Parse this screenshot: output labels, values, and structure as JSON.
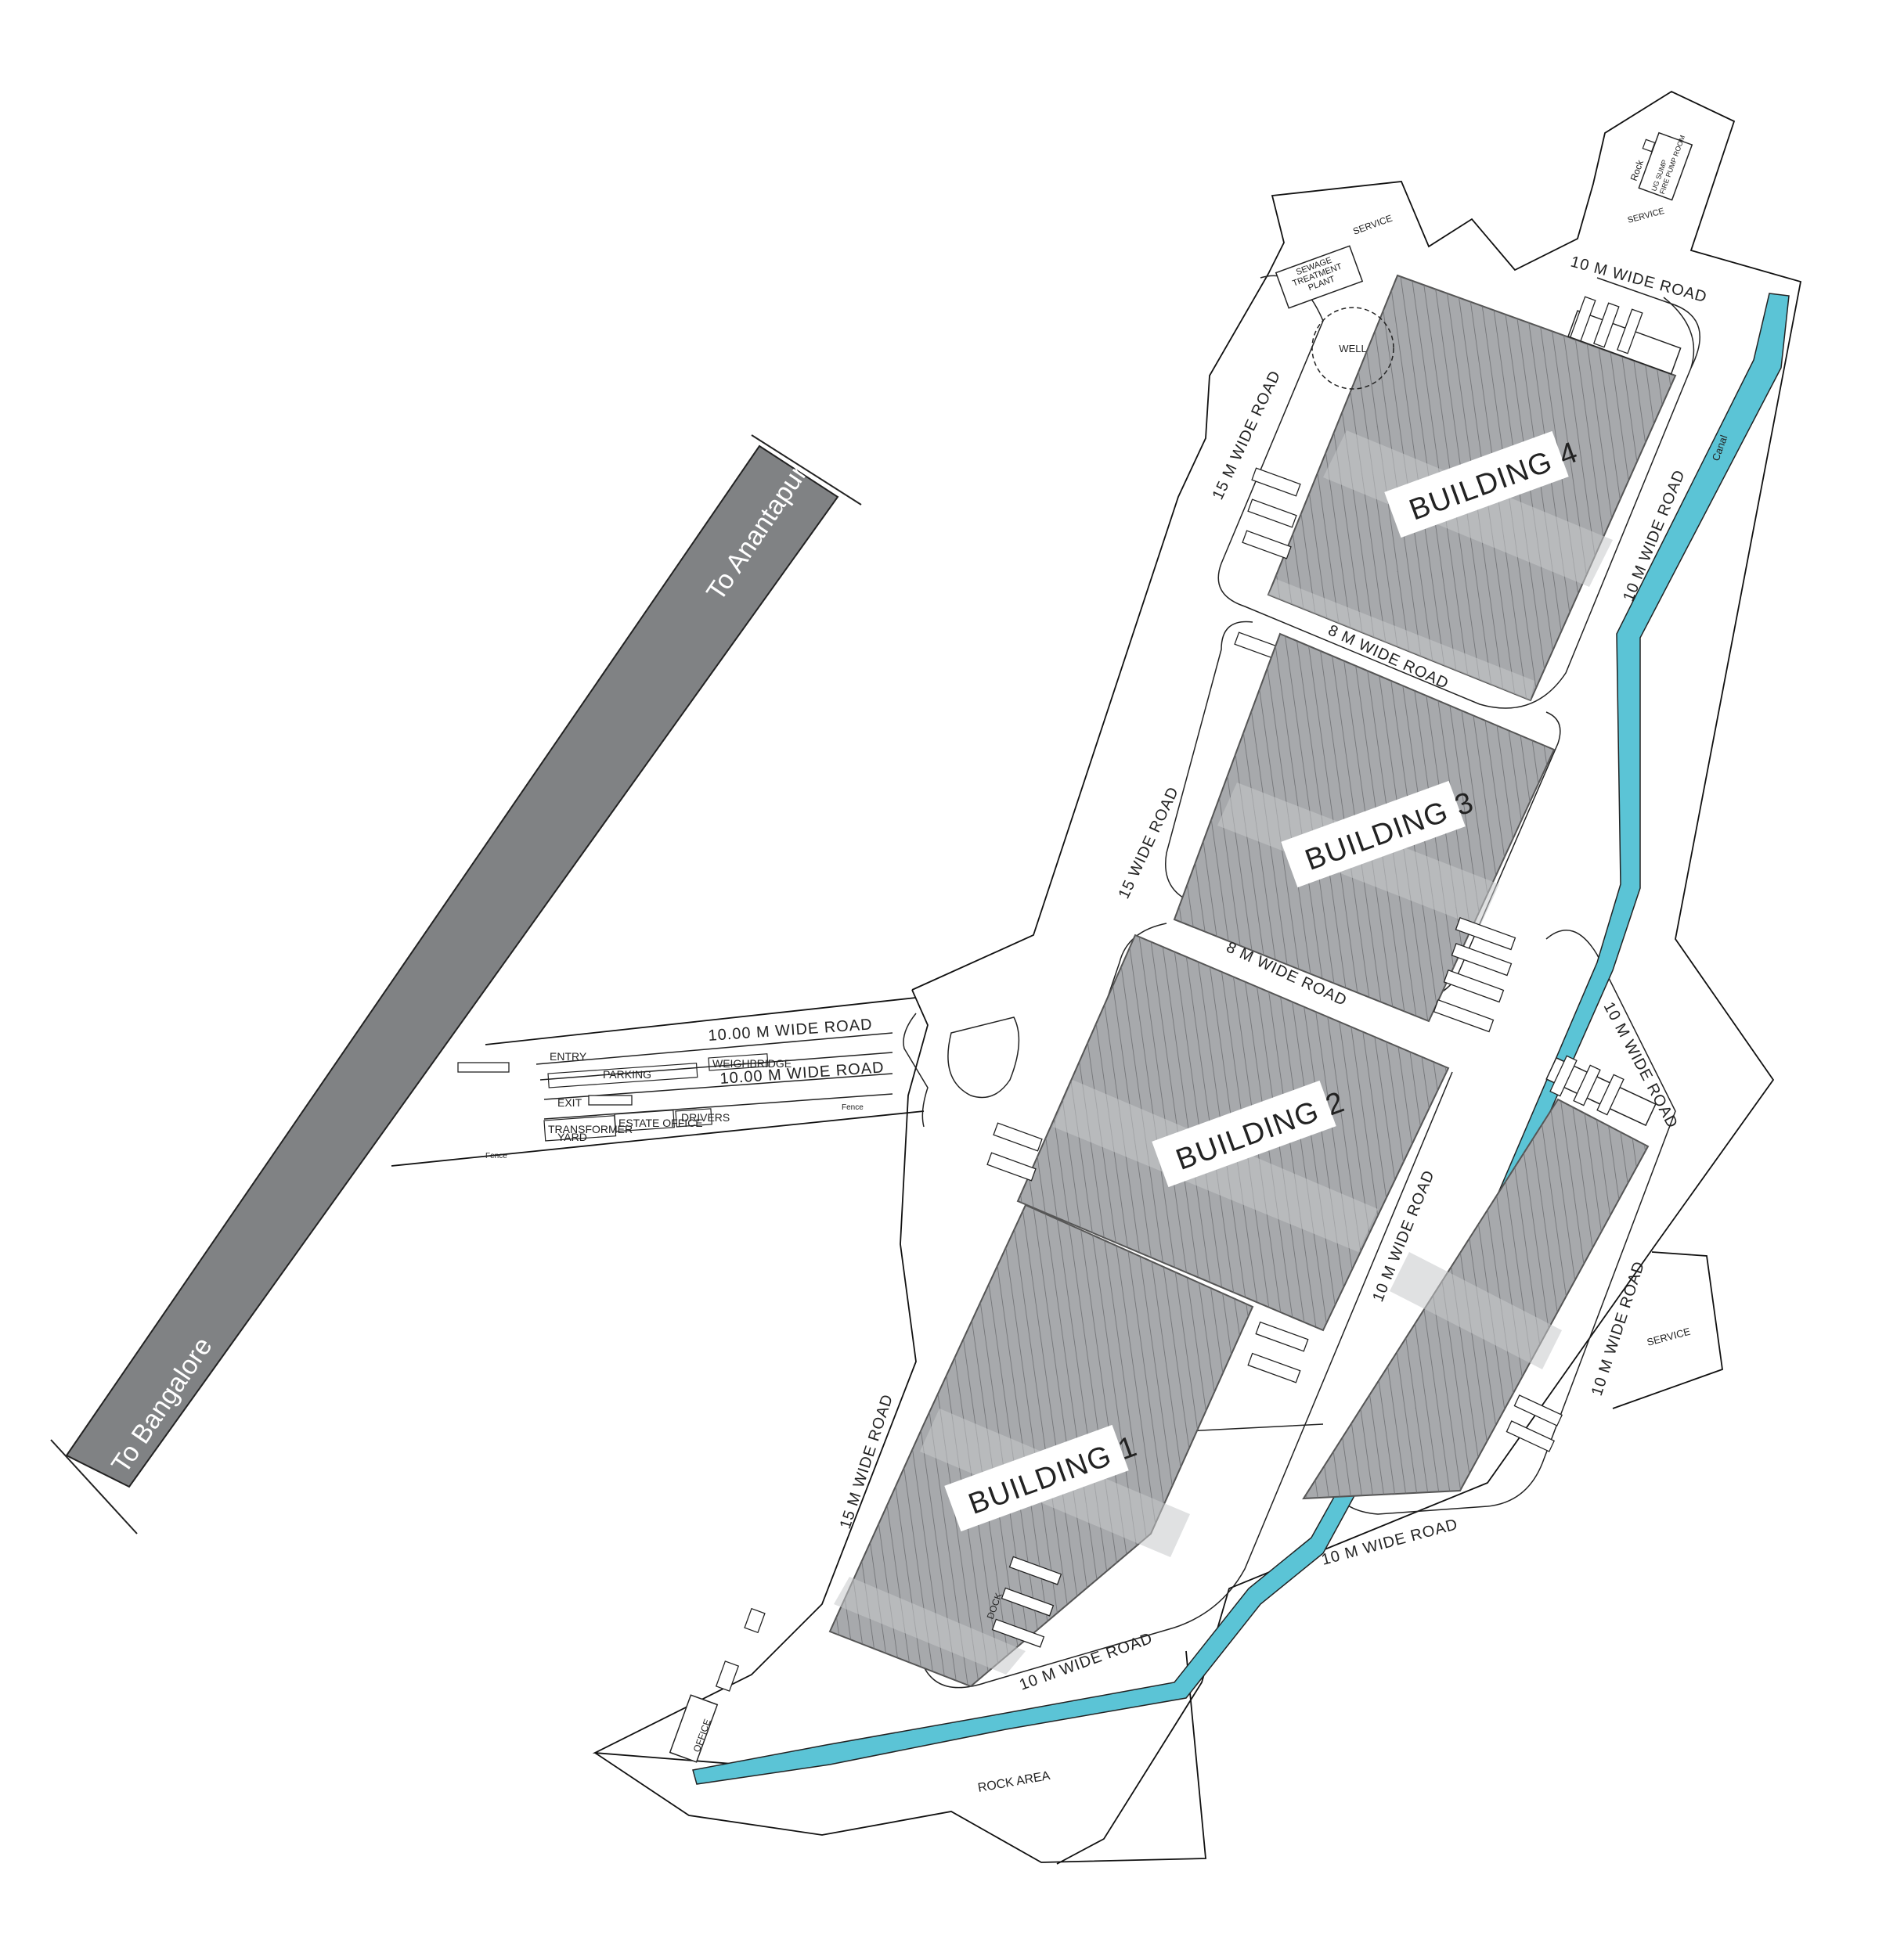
{
  "highway": {
    "north_label": "To Anantapur",
    "south_label": "To Bangalore"
  },
  "buildings": [
    {
      "label": "BUILDING 1"
    },
    {
      "label": "BUILDING 2"
    },
    {
      "label": "BUILDING 3"
    },
    {
      "label": "BUILDING 4"
    }
  ],
  "roads": {
    "access_upper": "10.00 M WIDE ROAD",
    "access_lower": "10.00 M WIDE ROAD",
    "top": "10 M WIDE ROAD",
    "west_b4": "15 M WIDE ROAD",
    "east_b4": "10 M WIDE ROAD",
    "between_b4_b3": "8 M WIDE ROAD",
    "west_b3": "15 WIDE ROAD",
    "between_b3_b2": "8 M WIDE ROAD",
    "east_annex_top": "10 M WIDE ROAD",
    "east_b2": "10 M WIDE ROAD",
    "east_annex": "10 M WIDE ROAD",
    "south_annex": "10 M WIDE ROAD",
    "west_b1": "15 M WIDE ROAD",
    "south_b1": "10 M WIDE ROAD"
  },
  "facilities": {
    "entry": "ENTRY",
    "exit": "EXIT",
    "parking": "PARKING",
    "weighbridge": "WEIGHBRIDGE",
    "transformer_yard": [
      "TRANSFORMER",
      "YARD"
    ],
    "estate_office": "ESTATE OFFICE",
    "drivers": "DRIVERS",
    "fence": "Fence",
    "sewage_plant": [
      "SEWAGE",
      "TREATMENT",
      "PLANT"
    ],
    "well": "WELL",
    "service": "SERVICE",
    "rock": "Rock",
    "sump": [
      "UG SUMP",
      "FIRE PUMP ROOM"
    ],
    "canal": "Canal",
    "office": "OFFICE",
    "dock": "DOCK",
    "rock_area": "ROCK AREA"
  },
  "colors": {
    "canal": "#5bc4d6",
    "highway": "#808284",
    "building_dark": "#a7a9ac",
    "building_light": "#c7c8ca"
  }
}
